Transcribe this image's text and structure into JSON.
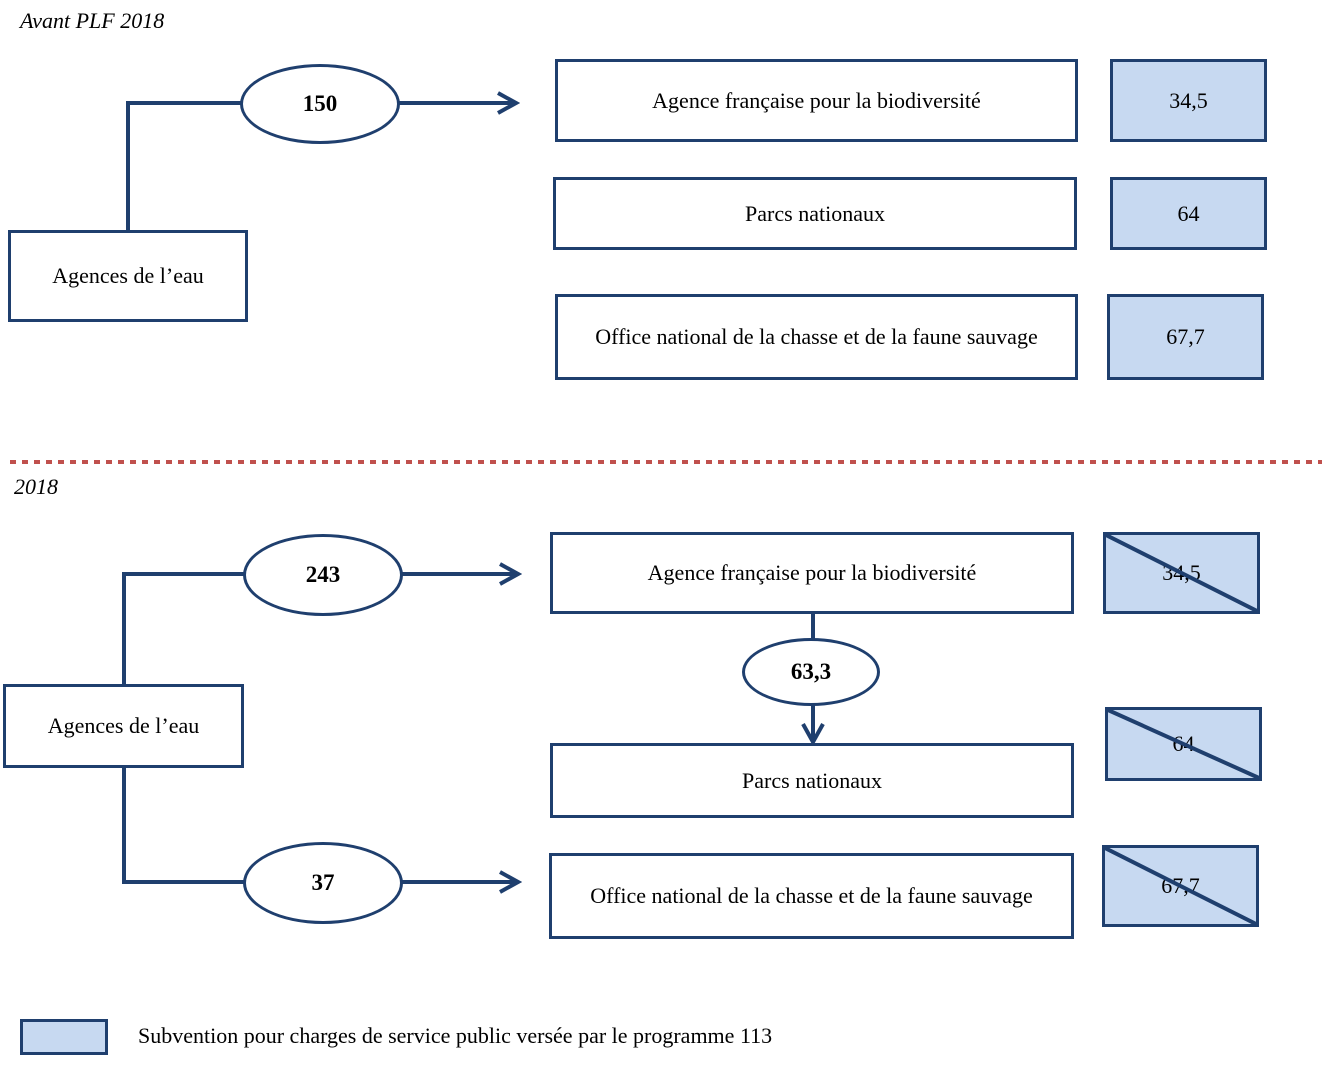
{
  "sections": {
    "before": {
      "label": "Avant PLF 2018"
    },
    "after": {
      "label": "2018"
    }
  },
  "before": {
    "source": "Agences de l’eau",
    "flow_amount": "150",
    "targets": [
      {
        "name": "Agence française pour la biodiversité",
        "subsidy": "34,5"
      },
      {
        "name": "Parcs nationaux",
        "subsidy": "64"
      },
      {
        "name": "Office national de la chasse et de la faune sauvage",
        "subsidy": "67,7"
      }
    ]
  },
  "after": {
    "source": "Agences de l’eau",
    "flow_to_afb": "243",
    "flow_to_oncfs": "37",
    "flow_afb_to_parcs": "63,3",
    "targets": [
      {
        "name": "Agence française pour la biodiversité",
        "subsidy": "34,5",
        "struck": true
      },
      {
        "name": "Parcs nationaux",
        "subsidy": "64",
        "struck": true
      },
      {
        "name": "Office national de la chasse et de la faune sauvage",
        "subsidy": "67,7",
        "struck": true
      }
    ]
  },
  "legend": {
    "text": "Subvention pour charges de service public versée par le programme 113"
  },
  "colors": {
    "line": "#1f3f6e",
    "subsidy_fill": "#c7d9f1",
    "separator": "#c0504d"
  }
}
